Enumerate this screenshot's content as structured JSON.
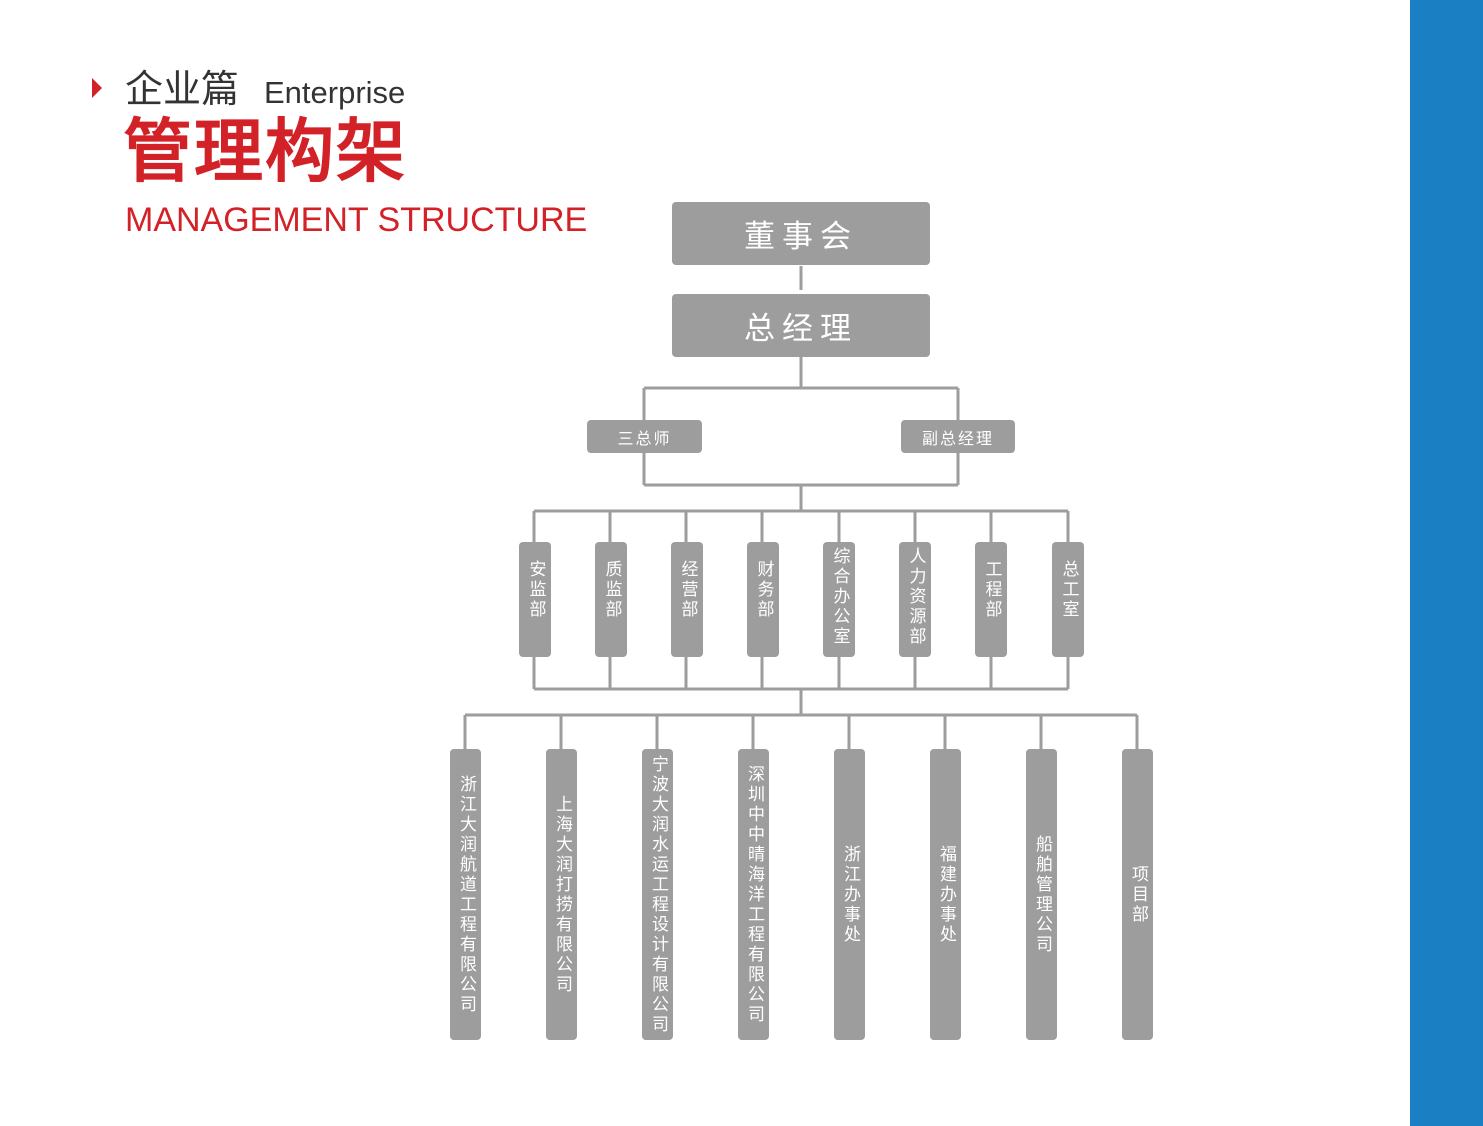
{
  "header": {
    "section_cn": "企业篇",
    "section_en": "Enterprise",
    "title_cn": "管理构架",
    "title_en": "MANAGEMENT STRUCTURE"
  },
  "colors": {
    "accent_red": "#d32128",
    "sidebar_blue": "#1b7fc4",
    "box_gray": "#9d9d9d",
    "line_gray": "#9d9d9d"
  },
  "org": {
    "board": "董事会",
    "gm": "总经理",
    "chief_engineers": "三总师",
    "deputy_gm": "副总经理",
    "departments": [
      "安监部",
      "质监部",
      "经营部",
      "财务部",
      "综合办公室",
      "人力资源部",
      "工程部",
      "总工室"
    ],
    "subsidiaries": [
      "浙江大润航道工程有限公司",
      "上海大润打捞有限公司",
      "宁波大润水运工程设计有限公司",
      "深圳中中晴海洋工程有限公司",
      "浙江办事处",
      "福建办事处",
      "船舶管理公司",
      "项目部"
    ]
  }
}
